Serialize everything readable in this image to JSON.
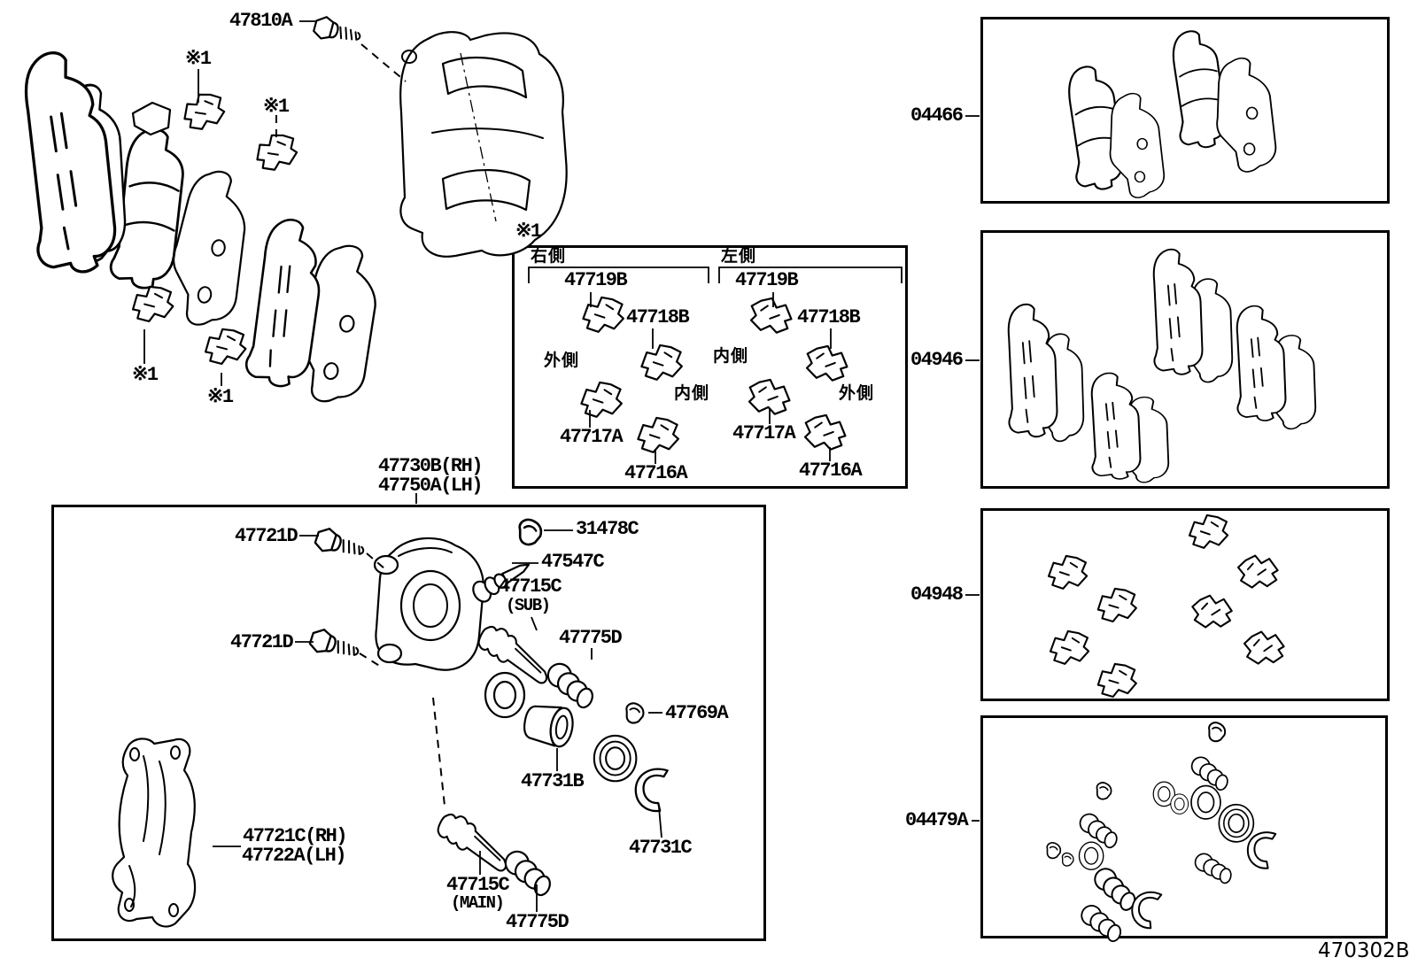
{
  "diagram_code": "470302B",
  "note_marker": "※1",
  "main_view": {
    "mount_bolt": "47810A",
    "cylinder_rh": "47730B(RH)",
    "cylinder_lh": "47750A(LH)"
  },
  "inset": {
    "right_side_label": "右側",
    "left_side_label": "左側",
    "outer_label": "外側",
    "inner_label": "内側",
    "support_plate_upper": "47719B",
    "support_plate_no1": "47718B",
    "support_plate_no2": "47717A",
    "support_plate_lower": "47716A"
  },
  "cylinder_kit": {
    "slide_bolt": "47721D",
    "bleeder_cap": "31478C",
    "bleeder_plug": "47547C",
    "slide_pin": "47715C",
    "slide_pin_sub_note": "(SUB)",
    "slide_pin_main_note": "(MAIN)",
    "pin_boot": "47775D",
    "plug": "47769A",
    "piston": "47731B",
    "set_ring": "47731C",
    "mounting_rh": "47721C(RH)",
    "mounting_lh": "47722A(LH)"
  },
  "kits": {
    "pad_kit": "04466",
    "shim_kit": "04946",
    "fitting_kit": "04948",
    "cylinder_repair_kit": "04479A"
  }
}
